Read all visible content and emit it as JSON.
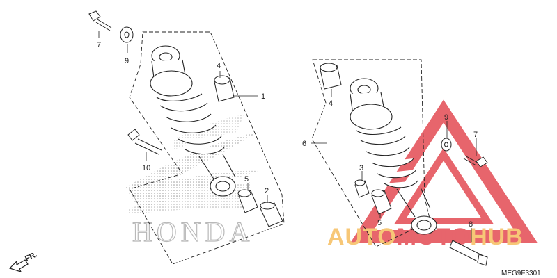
{
  "diagram": {
    "part_labels": {
      "l1": "1",
      "l2": "2",
      "l3": "3",
      "l4a": "4",
      "l4b": "4",
      "l5a": "5",
      "l5b": "5",
      "l6": "6",
      "l7a": "7",
      "l7b": "7",
      "l8": "8",
      "l9a": "9",
      "l9b": "9",
      "l10": "10"
    },
    "direction_label": "FR.",
    "part_code": "MEG9F3301",
    "background_logo": "HONDA",
    "watermark": {
      "left": "AUTO",
      "middle": "MOTO",
      "right": "HUB"
    },
    "colors": {
      "watermark_red": "#e0323c",
      "watermark_orange": "#f5b54a",
      "line": "#222222",
      "honda_logo": "#c8c8c8"
    }
  }
}
